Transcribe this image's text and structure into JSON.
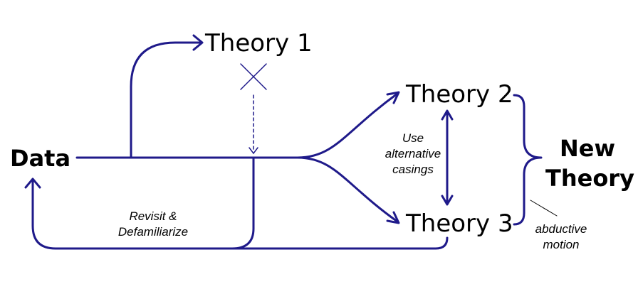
{
  "diagram": {
    "nodes": {
      "data": "Data",
      "theory1": "Theory 1",
      "theory2": "Theory 2",
      "theory3": "Theory 3",
      "new_theory_line1": "New",
      "new_theory_line2": "Theory"
    },
    "annotations": {
      "revisit_line1": "Revisit &",
      "revisit_line2": "Defamiliarize",
      "alt_line1": "Use",
      "alt_line2": "alternative",
      "alt_line3": "casings",
      "abductive_line1": "abductive",
      "abductive_line2": "motion"
    },
    "colors": {
      "line": "#1f1a8a",
      "text": "#000000",
      "background": "#ffffff"
    }
  }
}
